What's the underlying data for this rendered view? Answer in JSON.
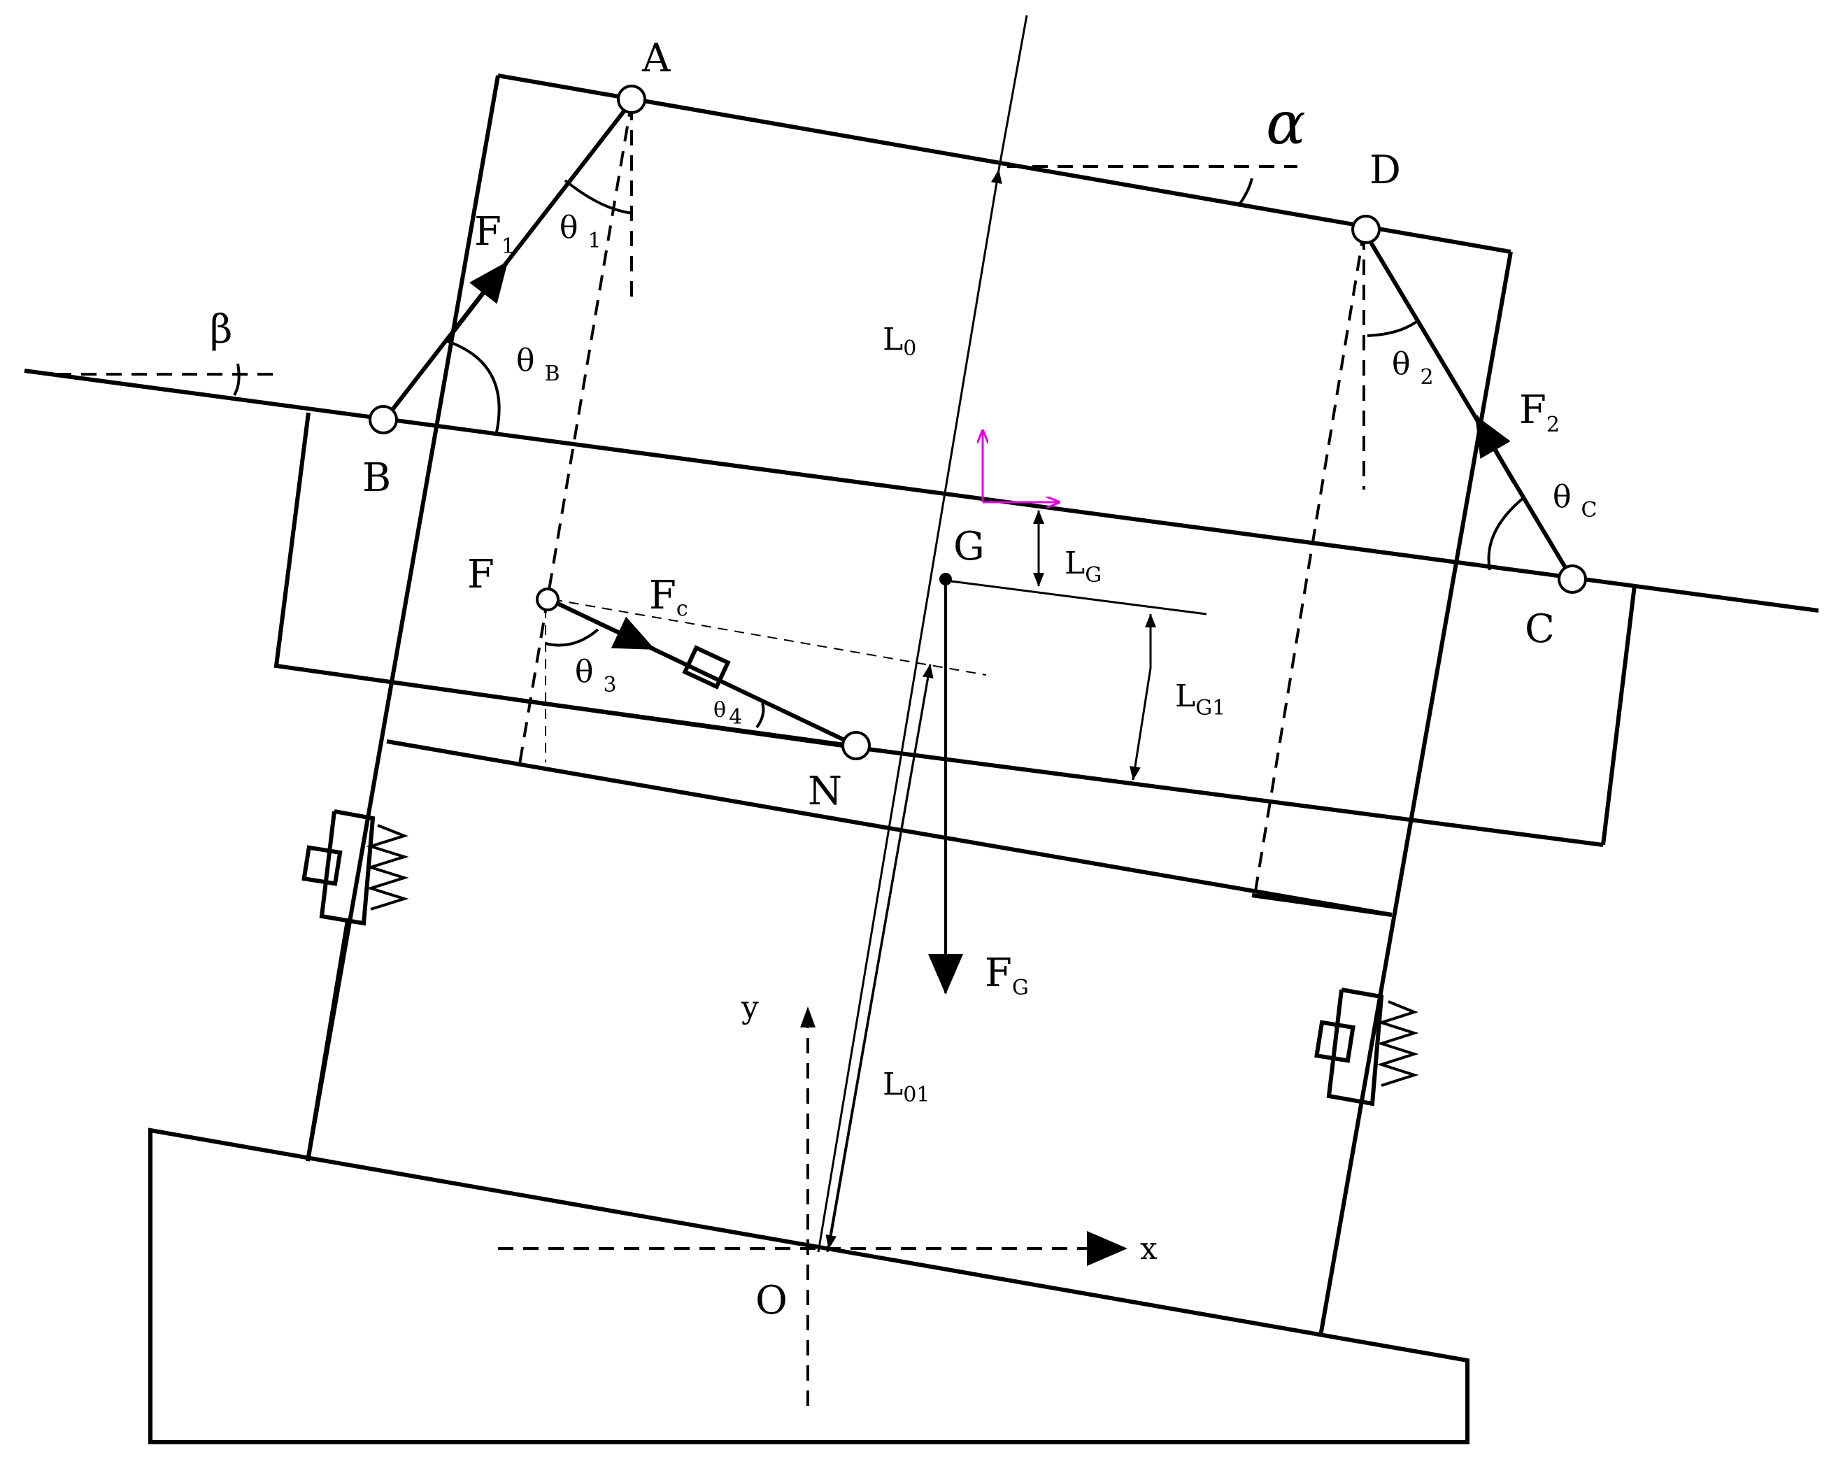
{
  "labels": {
    "A": "A",
    "B": "B",
    "C": "C",
    "D": "D",
    "F": "F",
    "G": "G",
    "N": "N",
    "O": "O",
    "x": "x",
    "y": "y",
    "alpha": "α",
    "beta": "β",
    "F1_main": "F",
    "F1_sub": "1",
    "F2_main": "F",
    "F2_sub": "2",
    "Fc_main": "F",
    "Fc_sub": "c",
    "FG_main": "F",
    "FG_sub": "G",
    "theta1_main": "θ",
    "theta1_sub": "1",
    "theta2_main": "θ",
    "theta2_sub": "2",
    "theta3_main": "θ",
    "theta3_sub": "3",
    "theta4_main": "θ",
    "theta4_sub": "4",
    "thetaB_main": "θ",
    "thetaB_sub": "B",
    "thetaC_main": "θ",
    "thetaC_sub": "C",
    "L0_main": "L",
    "L0_sub": "0",
    "L01_main": "L",
    "L01_sub": "01",
    "LG_main": "L",
    "LG_sub": "G",
    "LG1_main": "L",
    "LG1_sub": "G1"
  },
  "colors": {
    "ink": "#000000",
    "local_axes": "#e000e0",
    "background": "#ffffff"
  }
}
